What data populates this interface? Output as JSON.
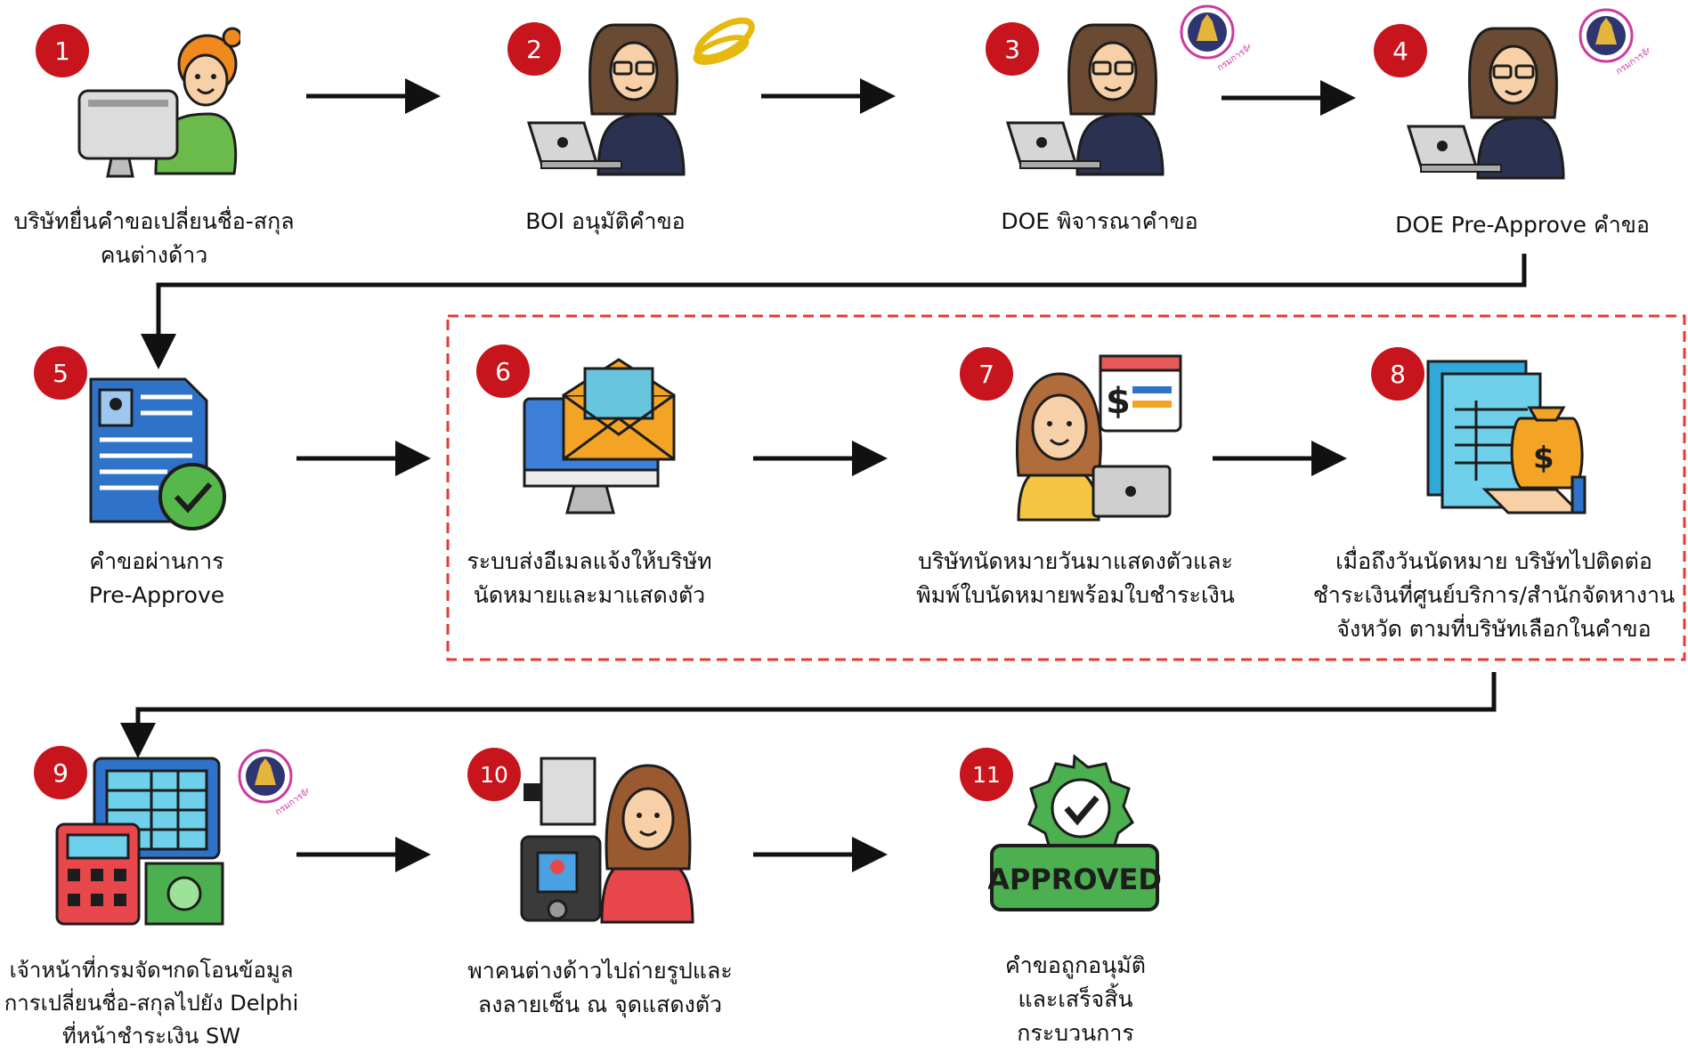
{
  "steps": [
    {
      "number": "1",
      "lines": [
        "บริษัทยื่นคำขอเปลี่ยนชื่อ-สกุล",
        "คนต่างด้าว"
      ]
    },
    {
      "number": "2",
      "lines": [
        "BOI อนุมัติคำขอ"
      ]
    },
    {
      "number": "3",
      "lines": [
        "DOE พิจารณาคำขอ"
      ]
    },
    {
      "number": "4",
      "lines": [
        "DOE Pre-Approve คำขอ"
      ]
    },
    {
      "number": "5",
      "lines": [
        "คำขอผ่านการ",
        "Pre-Approve"
      ]
    },
    {
      "number": "6",
      "lines": [
        "ระบบส่งอีเมลแจ้งให้บริษัท",
        "นัดหมายและมาแสดงตัว"
      ]
    },
    {
      "number": "7",
      "lines": [
        "บริษัทนัดหมายวันมาแสดงตัวและ",
        "พิมพ์ใบนัดหมายพร้อมใบชำระเงิน"
      ]
    },
    {
      "number": "8",
      "lines": [
        "เมื่อถึงวันนัดหมาย บริษัทไปติดต่อ",
        "ชำระเงินที่ศูนย์บริการ/สำนักจัดหางาน",
        "จังหวัด ตามที่บริษัทเลือกในคำขอ"
      ]
    },
    {
      "number": "9",
      "lines": [
        "เจ้าหน้าที่กรมจัดฯกดโอนข้อมูล",
        "การเปลี่ยนชื่อ-สกุลไปยัง Delphi",
        "ที่หน้าชำระเงิน SW"
      ]
    },
    {
      "number": "10",
      "lines": [
        "พาคนต่างด้าวไปถ่ายรูปและ",
        "ลงลายเซ็น ณ จุดแสดงตัว"
      ]
    },
    {
      "number": "11",
      "lines": [
        "คำขอถูกอนุมัติ",
        "และเสร็จสิ้น",
        "กระบวนการ"
      ]
    }
  ],
  "seal_text": "กรมการจัดหางาน",
  "approved_stamp": "APPROVED",
  "colors": {
    "badge": "#c8141c",
    "dashed_box": "#e53935",
    "arrow": "#111111"
  }
}
